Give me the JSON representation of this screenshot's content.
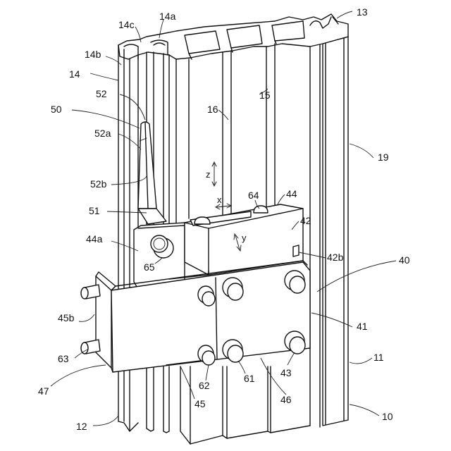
{
  "labels": {
    "l13": "13",
    "l14a": "14a",
    "l14c": "14c",
    "l14b": "14b",
    "l14": "14",
    "l15": "15",
    "l16": "16",
    "l52": "52",
    "l50": "50",
    "l52a": "52a",
    "l52b": "52b",
    "l19": "19",
    "l64": "64",
    "l44": "44",
    "l51": "51",
    "l42": "42",
    "l44a": "44a",
    "l42b": "42b",
    "l40": "40",
    "l65": "65",
    "l45b": "45b",
    "l41": "41",
    "l63": "63",
    "l11": "11",
    "l43": "43",
    "l62": "62",
    "l61": "61",
    "l47": "47",
    "l46": "46",
    "l45": "45",
    "l10": "10",
    "l12": "12"
  },
  "axes": {
    "z": "z",
    "x": "x",
    "y": "y"
  }
}
